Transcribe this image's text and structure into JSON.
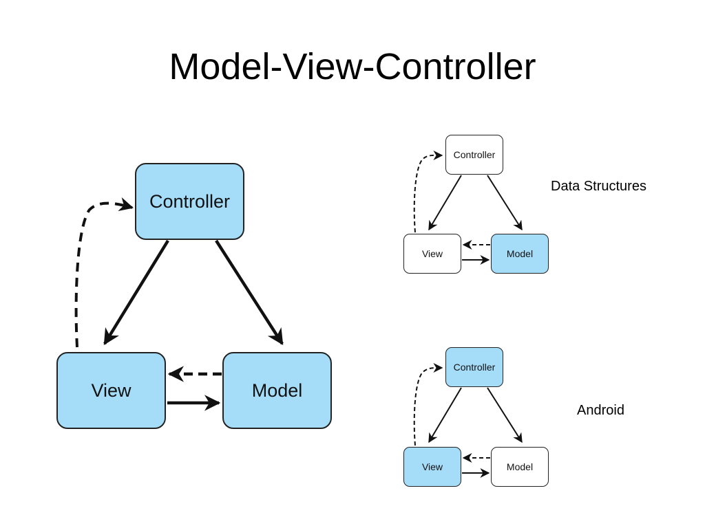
{
  "title": "Model-View-Controller",
  "colors": {
    "highlight": "#a5ddf9",
    "plain": "#ffffff",
    "stroke": "#111111"
  },
  "main_diagram": {
    "controller": {
      "label": "Controller",
      "highlighted": true
    },
    "view": {
      "label": "View",
      "highlighted": true
    },
    "model": {
      "label": "Model",
      "highlighted": true
    }
  },
  "variants": [
    {
      "caption": "Data Structures",
      "controller": {
        "label": "Controller",
        "highlighted": false
      },
      "view": {
        "label": "View",
        "highlighted": false
      },
      "model": {
        "label": "Model",
        "highlighted": true
      }
    },
    {
      "caption": "Android",
      "controller": {
        "label": "Controller",
        "highlighted": true
      },
      "view": {
        "label": "View",
        "highlighted": true
      },
      "model": {
        "label": "Model",
        "highlighted": false
      }
    }
  ]
}
